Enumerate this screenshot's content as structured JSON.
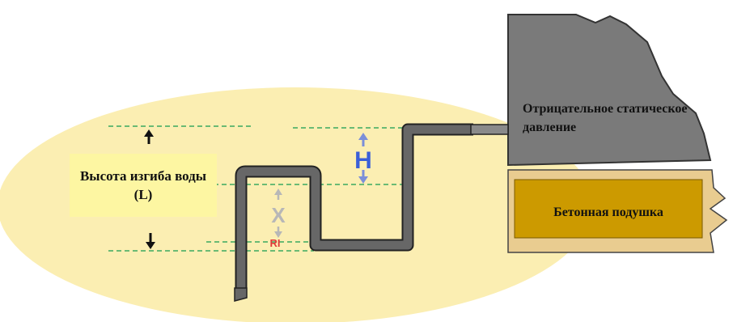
{
  "labels": {
    "water_bend_height": "Высота изгиба воды (L)",
    "negative_static_pressure": "Отрицательное статическое давление",
    "concrete_pad": "Бетонная подушка",
    "h": "H",
    "x": "X",
    "ri": "RI"
  },
  "colors": {
    "ellipse": "#fbeeb2",
    "label_box": "#fdf6a2",
    "dashed_line": "#3aa860",
    "pipe": "#676767",
    "pipe_outline": "#222222",
    "wall": "#7a7a7a",
    "pad_outer": "#e9cc90",
    "pad_inner": "#cc9a00",
    "h_letter": "#3a5fd8",
    "h_arrow": "#7b8fd9",
    "x_letter": "#b7b7b7",
    "ri_letter": "#e03a3a"
  }
}
